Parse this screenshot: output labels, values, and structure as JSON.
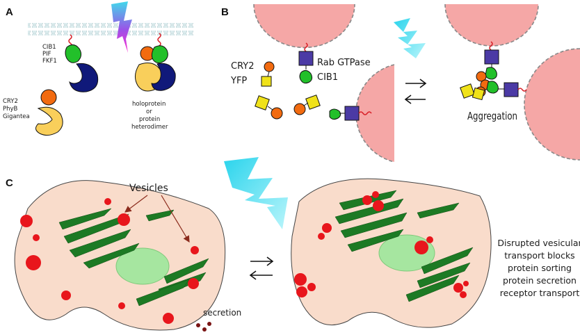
{
  "panels": {
    "a": {
      "letter": "A",
      "receptor_labels": [
        "CIB1",
        "PIF",
        "FKF1"
      ],
      "partner_labels": [
        "CRY2",
        "PhyB",
        "Gigantea"
      ],
      "dimer_labels": [
        "holoprotein",
        "or",
        "protein",
        "heterodimer"
      ]
    },
    "b": {
      "letter": "B",
      "cry2_label": "CRY2",
      "yfp_label": "YFP",
      "rab_label": "Rab GTPase",
      "cib1_label": "CIB1",
      "aggregation_label": "Aggregation"
    },
    "c": {
      "letter": "C",
      "vesicles_label": "Vesicles",
      "secretion_label": "secretion",
      "outcome_lines": [
        "Disrupted vesicular",
        "transport blocks",
        "protein sorting",
        "protein secretion",
        "receptor transport"
      ]
    }
  },
  "colors": {
    "light_beam": "#3fd9e8",
    "vesicle": "#e8161c",
    "cell": "#f9dccb",
    "nucleus": "#a6e6a0",
    "golgi": "#1d7a24",
    "membrane_compartment": "#f5a7a6",
    "rab": "#4b3aa5",
    "cib1": "#22c02a",
    "cry2": "#f26b10",
    "yfp": "#f0e21a",
    "phyb_partner": "#f9cf5b",
    "receptor_dark": "#10197a"
  }
}
